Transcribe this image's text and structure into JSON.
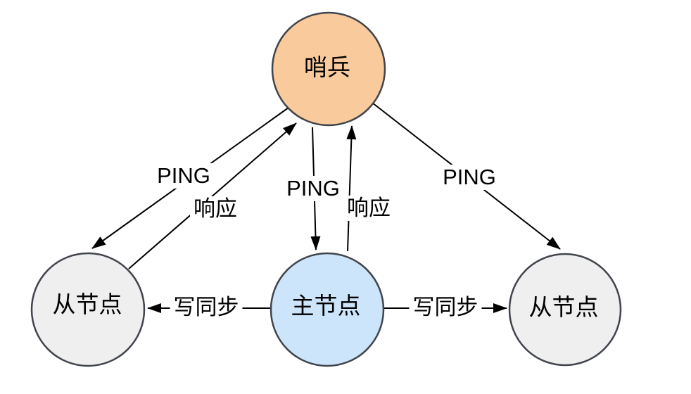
{
  "diagram": {
    "description": "Redis sentinel master-slave replication diagram",
    "colors": {
      "background": "#ffffff",
      "node_stroke": "#40444c",
      "edge_stroke": "#000000",
      "text": "#000000",
      "sentinel_fill": "#F9CB9C",
      "master_fill": "#CCE5FA",
      "slave_fill": "#EFEFEF"
    },
    "nodes": {
      "sentinel": {
        "label": "哨兵",
        "fill": "#F9CB9C"
      },
      "slave_left": {
        "label": "从节点",
        "fill": "#EFEFEF"
      },
      "master": {
        "label": "主节点",
        "fill": "#CCE5FA"
      },
      "slave_right": {
        "label": "从节点",
        "fill": "#EFEFEF"
      }
    },
    "edges": {
      "ping_left": {
        "label": "PING",
        "from": "sentinel",
        "to": "slave_left"
      },
      "resp_left": {
        "label": "响应",
        "from": "slave_left",
        "to": "sentinel"
      },
      "ping_mid": {
        "label": "PING",
        "from": "sentinel",
        "to": "master"
      },
      "resp_mid": {
        "label": "响应",
        "from": "master",
        "to": "sentinel"
      },
      "ping_right": {
        "label": "PING",
        "from": "sentinel",
        "to": "slave_right"
      },
      "sync_left": {
        "label": "写同步",
        "from": "master",
        "to": "slave_left"
      },
      "sync_right": {
        "label": "写同步",
        "from": "master",
        "to": "slave_right"
      }
    }
  }
}
